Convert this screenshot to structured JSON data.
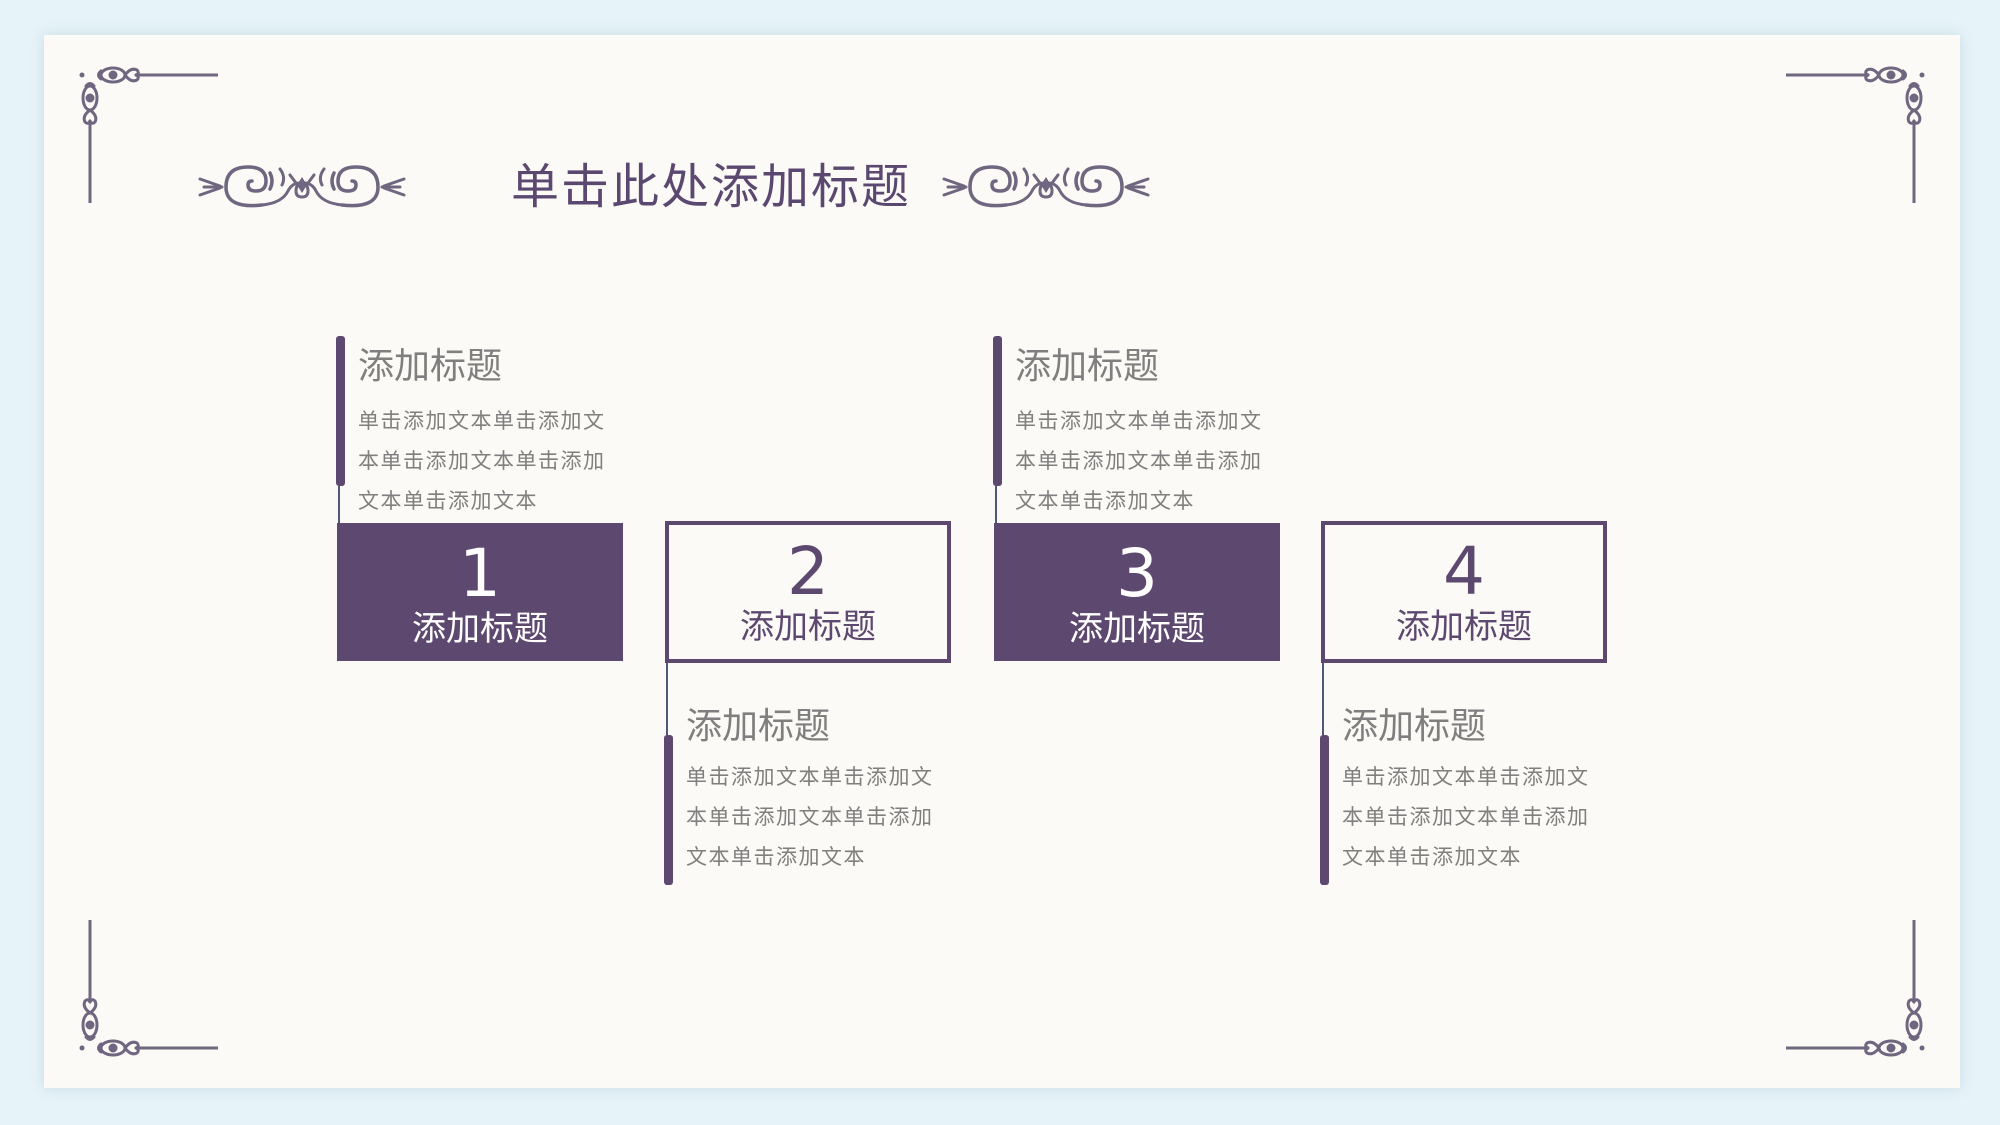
{
  "slide": {
    "title": "单击此处添加标题",
    "colors": {
      "background": "#fcfaf6",
      "outer_background": "#e6f3f9",
      "accent": "#5d4870",
      "ornament": "#6f6680",
      "body_text": "#7f7f7f"
    }
  },
  "ornaments": {
    "corner_icon": "scroll-corner-ornament",
    "flourish_icon": "scroll-flourish-divider"
  },
  "steps": [
    {
      "number": "1",
      "label": "添加标题",
      "style": "filled",
      "card_position": "above",
      "card_title": "添加标题",
      "card_lines": [
        "单击添加文本单击添加文",
        "本单击添加文本单击添加",
        "文本单击添加文本"
      ]
    },
    {
      "number": "2",
      "label": "添加标题",
      "style": "outline",
      "card_position": "below",
      "card_title": "添加标题",
      "card_lines": [
        "单击添加文本单击添加文",
        "本单击添加文本单击添加",
        "文本单击添加文本"
      ]
    },
    {
      "number": "3",
      "label": "添加标题",
      "style": "filled",
      "card_position": "above",
      "card_title": "添加标题",
      "card_lines": [
        "单击添加文本单击添加文",
        "本单击添加文本单击添加",
        "文本单击添加文本"
      ]
    },
    {
      "number": "4",
      "label": "添加标题",
      "style": "outline",
      "card_position": "below",
      "card_title": "添加标题",
      "card_lines": [
        "单击添加文本单击添加文",
        "本单击添加文本单击添加",
        "文本单击添加文本"
      ]
    }
  ]
}
